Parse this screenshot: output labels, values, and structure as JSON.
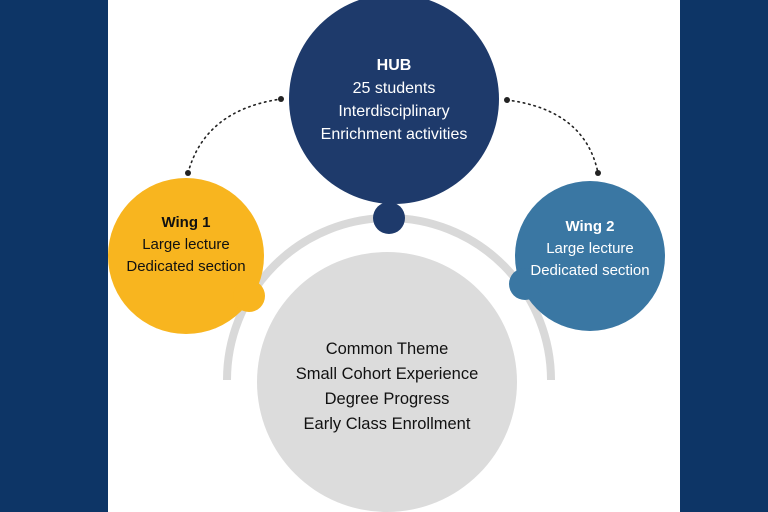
{
  "colors": {
    "background": "#0d3566",
    "panel": "#ffffff",
    "hub": "#1e3a6b",
    "wing1": "#f8b51f",
    "wing2": "#3a77a3",
    "core": "#dcdcdc",
    "arc": "#d9d9d9",
    "connector": "#222222"
  },
  "hub": {
    "title": "HUB",
    "lines": [
      "25 students",
      "Interdisciplinary",
      "Enrichment activities"
    ]
  },
  "wing1": {
    "title": "Wing 1",
    "lines": [
      "Large lecture",
      "Dedicated section"
    ]
  },
  "wing2": {
    "title": "Wing 2",
    "lines": [
      "Large lecture",
      "Dedicated section"
    ]
  },
  "core": {
    "lines": [
      "Common Theme",
      "Small Cohort Experience",
      "Degree Progress",
      "Early Class Enrollment"
    ]
  }
}
